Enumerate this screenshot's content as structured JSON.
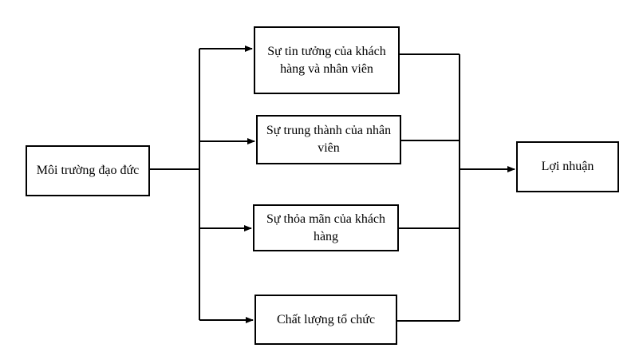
{
  "nodes": {
    "source": "Môi trường đạo đức",
    "trust": "Sự tin tưởng của khách hàng và nhân viên",
    "loyalty": "Sự trung thành của nhân viên",
    "satisfaction": "Sự thỏa mãn của khách hàng",
    "quality": "Chất lượng tổ chức",
    "profit": "Lợi nhuận"
  }
}
